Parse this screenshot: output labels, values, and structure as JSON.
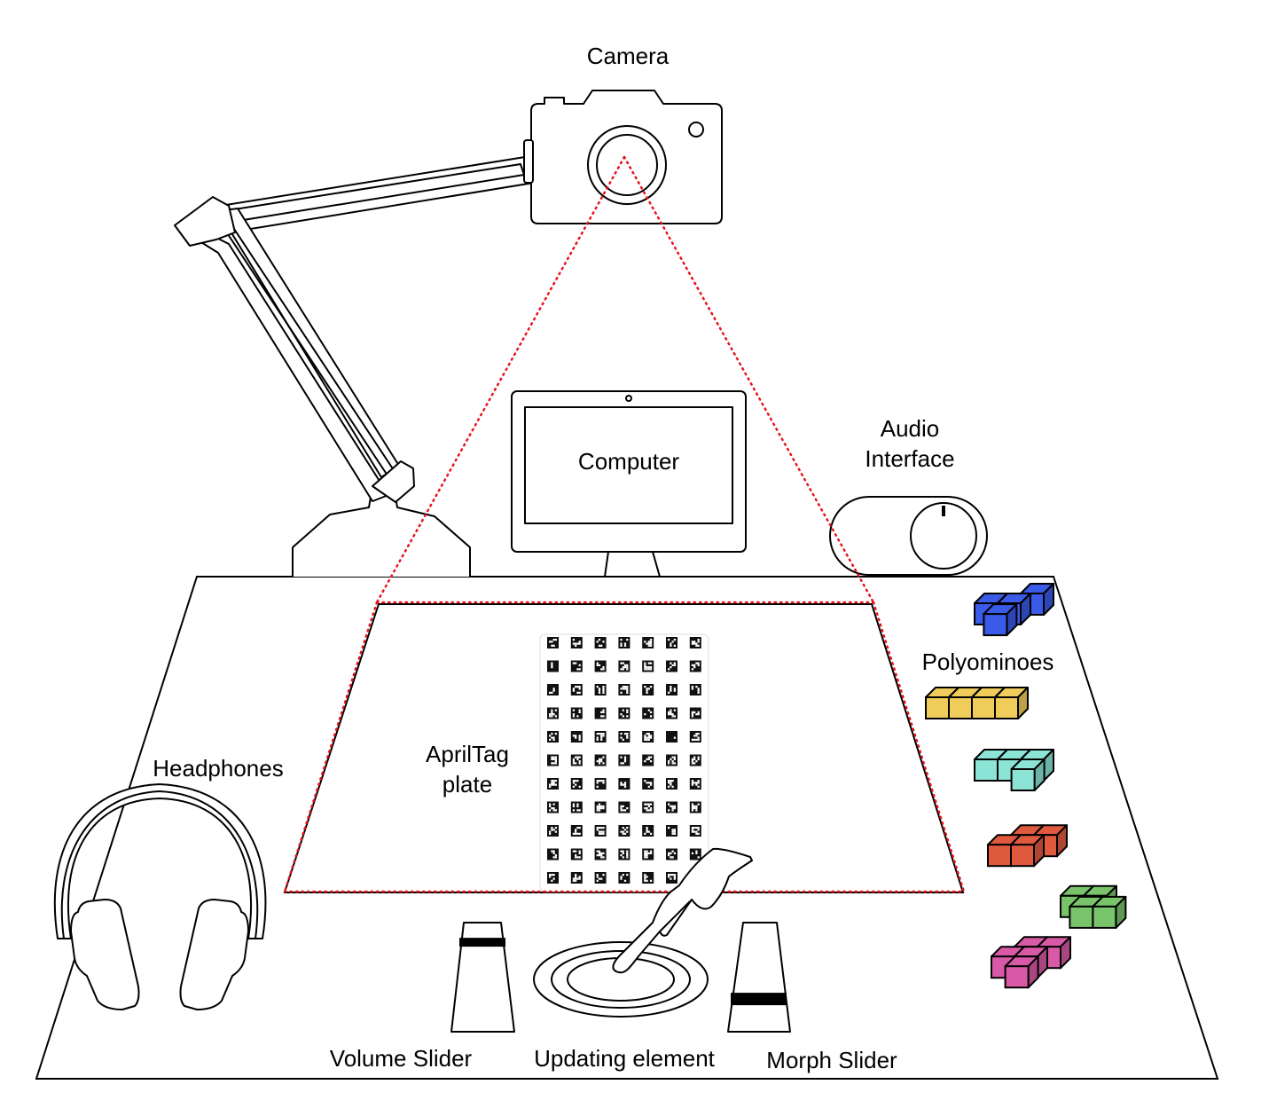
{
  "labels": {
    "camera": "Camera",
    "computer": "Computer",
    "audio_interface": [
      "Audio",
      "Interface"
    ],
    "polyominoes": "Polyominoes",
    "headphones": "Headphones",
    "apriltag_plate": [
      "AprilTag",
      "plate"
    ],
    "volume_slider": "Volume Slider",
    "updating_element": "Updating element",
    "morph_slider": "Morph Slider"
  },
  "colors": {
    "outline": "#000000",
    "camera_field_of_view": "#e8141c",
    "polyomino_blue": "#3a5ae8",
    "polyomino_yellow": "#f0cd5a",
    "polyomino_cyan": "#8ce4d6",
    "polyomino_red": "#e05a40",
    "polyomino_green": "#79c36a",
    "polyomino_pink": "#d85aa6"
  },
  "sliders": {
    "volume_level": 0.82,
    "morph_level": 0.3
  },
  "apriltag_grid": {
    "rows": 11,
    "columns": 7
  }
}
